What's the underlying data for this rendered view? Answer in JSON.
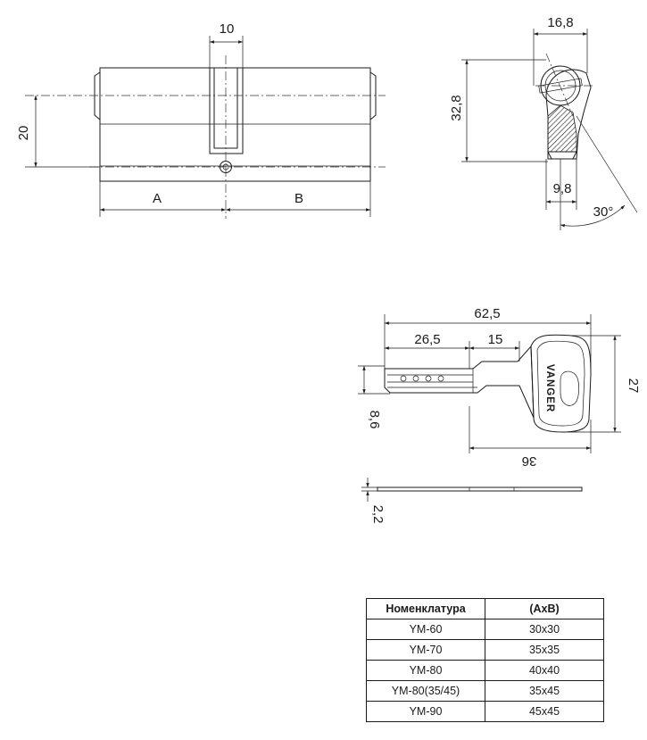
{
  "dimensions": {
    "cam_width": "10",
    "height": "20",
    "side_a": "A",
    "side_b": "B",
    "profile_width": "16,8",
    "profile_height": "32,8",
    "cam_depth": "9,8",
    "cam_angle": "30°",
    "key_length": "62,5",
    "blade_length": "26,5",
    "shoulder": "15",
    "head_height": "27",
    "blade_height": "8,6",
    "head_width": "36",
    "thickness": "2,2"
  },
  "key_brand": "VANGER",
  "table": {
    "headers": [
      "Номенклатура",
      "(AxB)"
    ],
    "rows": [
      [
        "YM-60",
        "30x30"
      ],
      [
        "YM-70",
        "35x35"
      ],
      [
        "YM-80",
        "40x40"
      ],
      [
        "YM-80(35/45)",
        "35x45"
      ],
      [
        "YM-90",
        "45x45"
      ]
    ]
  }
}
